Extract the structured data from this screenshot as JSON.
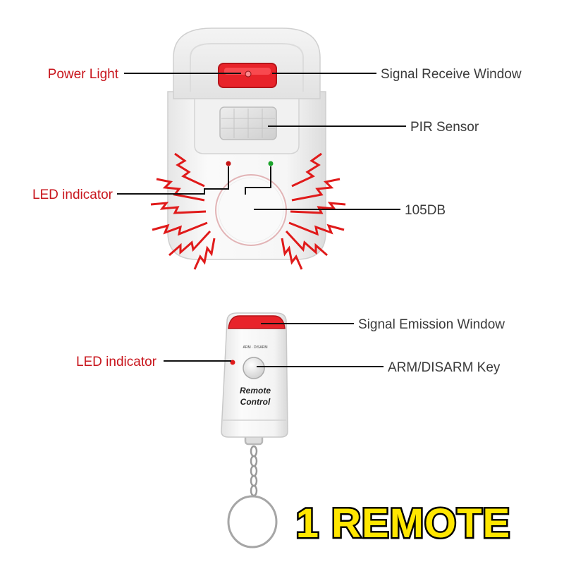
{
  "labels": {
    "power_light": "Power Light",
    "signal_receive_window": "Signal Receive Window",
    "pir_sensor": "PIR Sensor",
    "led_indicator_sensor": "LED indicator",
    "volume": "105DB",
    "signal_emission_window": "Signal Emission Window",
    "led_indicator_remote": "LED indicator",
    "arm_disarm_key": "ARM/DISARM Key"
  },
  "remote": {
    "face_text_line1": "Remote",
    "face_text_line2": "Control",
    "key_caption": "ARM · DISARM"
  },
  "badge_text": "1 REMOTE",
  "colors": {
    "label_red": "#c8161d",
    "label_dark": "#3a3a3a",
    "sound_burst": "#e01a1a",
    "window_red": "#e8232a",
    "badge_fill": "#ffe600"
  }
}
